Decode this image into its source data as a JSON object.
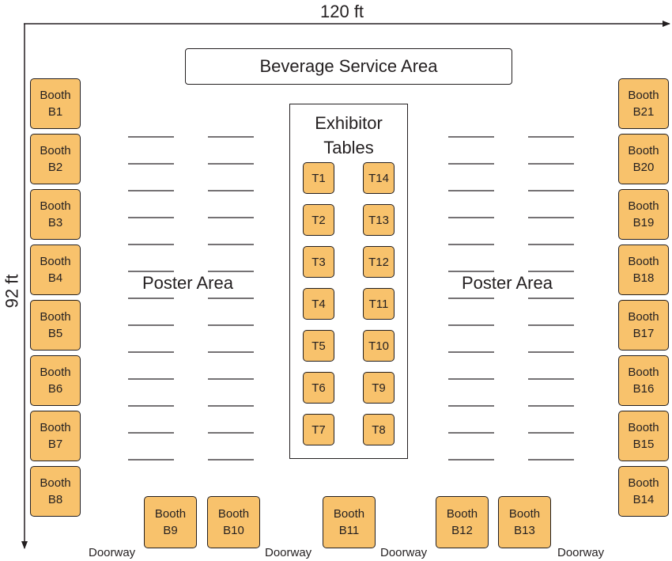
{
  "width_label": "120 ft",
  "height_label": "92 ft",
  "beverage_area": "Beverage Service Area",
  "exhibitor_title": "Exhibitor\nTables",
  "poster_area_left": "Poster Area",
  "poster_area_right": "Poster Area",
  "booths_left": [
    "Booth\nB1",
    "Booth\nB2",
    "Booth\nB3",
    "Booth\nB4",
    "Booth\nB5",
    "Booth\nB6",
    "Booth\nB7",
    "Booth\nB8"
  ],
  "booths_right": [
    "Booth\nB21",
    "Booth\nB20",
    "Booth\nB19",
    "Booth\nB18",
    "Booth\nB17",
    "Booth\nB16",
    "Booth\nB15",
    "Booth\nB14"
  ],
  "booths_bottom": [
    "Booth\nB9",
    "Booth\nB10",
    "Booth\nB11",
    "Booth\nB12",
    "Booth\nB13"
  ],
  "tables_left": [
    "T1",
    "T2",
    "T3",
    "T4",
    "T5",
    "T6",
    "T7"
  ],
  "tables_right": [
    "T14",
    "T13",
    "T12",
    "T11",
    "T10",
    "T9",
    "T8"
  ],
  "doorways": [
    "Doorway",
    "Doorway",
    "Doorway",
    "Doorway"
  ],
  "colors": {
    "booth_fill": "#f8c26c",
    "stroke": "#231f20"
  }
}
